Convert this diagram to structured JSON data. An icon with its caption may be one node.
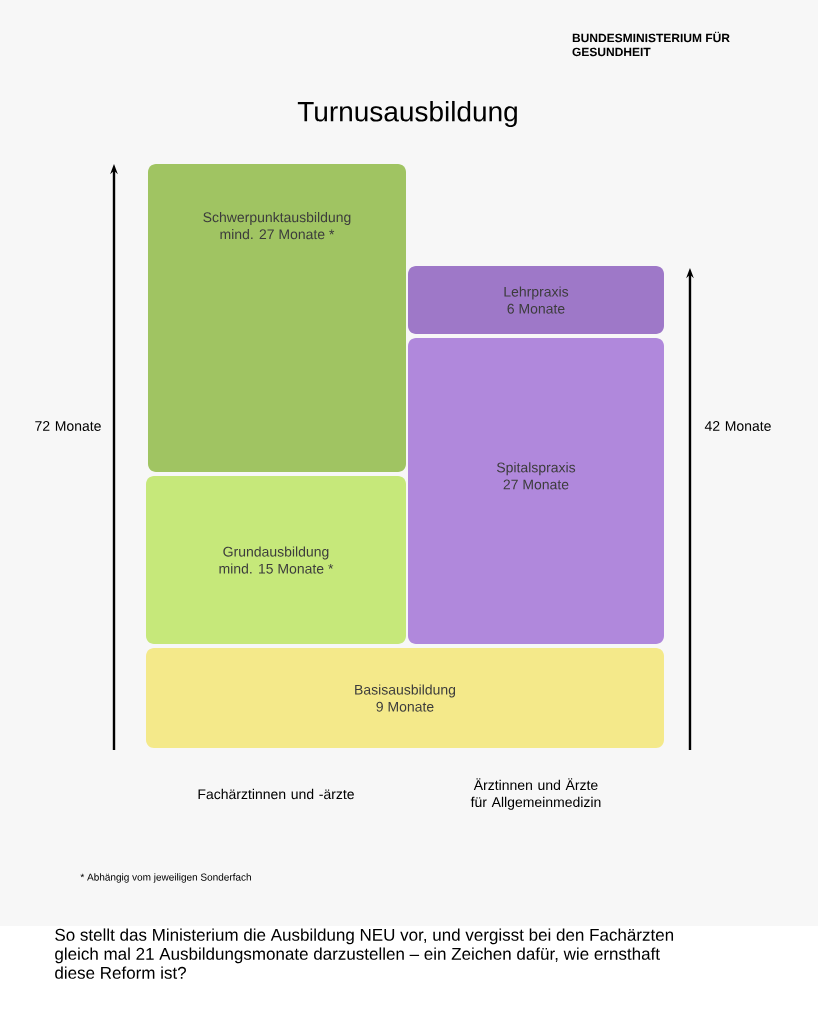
{
  "diagram": {
    "title": "Turnusausbildung",
    "caption": "So stellt das Ministerium die Ausbildung NEU vor, und vergisst bei den Fachärzten gleich mal 21 Ausbildungsmonate darzustellen – ein Zeichen dafür, wie ernsthaft diese Reform ist?",
    "nodes": [
      {
        "text": [
          "Schwerpunktausbildung",
          "mind. 27 Monate *"
        ]
      },
      {
        "text": [
          "Grundausbildung",
          "mind. 15 Monate *"
        ]
      },
      {
        "text": [
          "Lehrpraxis",
          "6 Monate"
        ]
      },
      {
        "text": [
          "Spitalspraxis",
          "27 Monate"
        ]
      },
      {
        "text": [
          "Basisausbildung",
          "9 Monate"
        ]
      }
    ],
    "labels": [
      "BUNDESMINISTERIUM FÜR GESUNDHEIT",
      "72 Monate",
      "42 Monate",
      "Fachärztinnen und -ärzte",
      "Ärztinnen und Ärzte für Allgemeinmedizin",
      "* Abhängig vom jeweiligen Sonderfach"
    ]
  }
}
